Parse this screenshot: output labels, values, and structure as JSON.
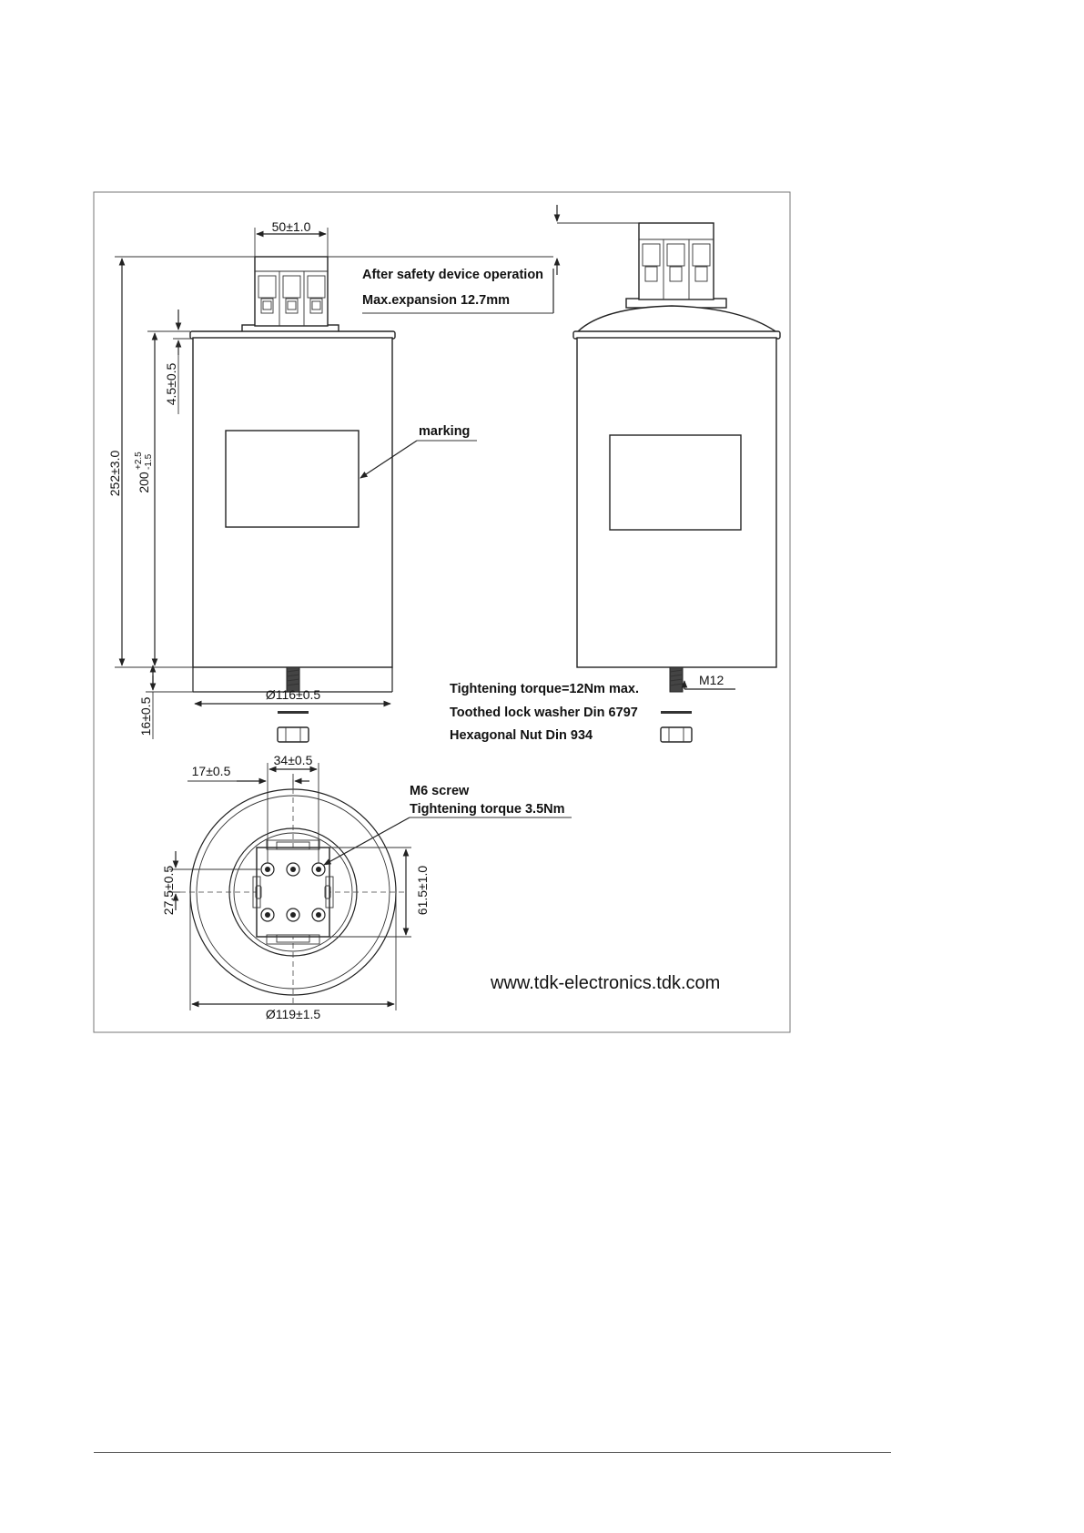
{
  "dimensions": {
    "terminal_width": "50±1.0",
    "total_height": "252±3.0",
    "can_height": "200",
    "can_height_tol_upper": "+2.5",
    "can_height_tol_lower": "-1.5",
    "lid_height": "4.5±0.5",
    "stud_length": "16±0.5",
    "can_diameter": "Ø116±0.5",
    "terminal_pitch": "34±0.5",
    "terminal_offset": "17±0.5",
    "terminal_depth": "27.5±0.5",
    "terminal_length": "61.5±1.0",
    "outer_diameter": "Ø119±1.5",
    "stud_thread": "M12"
  },
  "notes": {
    "safety_line1": "After safety device operation",
    "safety_line2": "Max.expansion 12.7mm",
    "marking": "marking",
    "torque": "Tightening torque=12Nm max.",
    "washer": "Toothed lock washer Din 6797",
    "nut": "Hexagonal Nut Din 934",
    "screw_line1": "M6 screw",
    "screw_line2": "Tightening torque 3.5Nm"
  },
  "website": "www.tdk-electronics.tdk.com"
}
